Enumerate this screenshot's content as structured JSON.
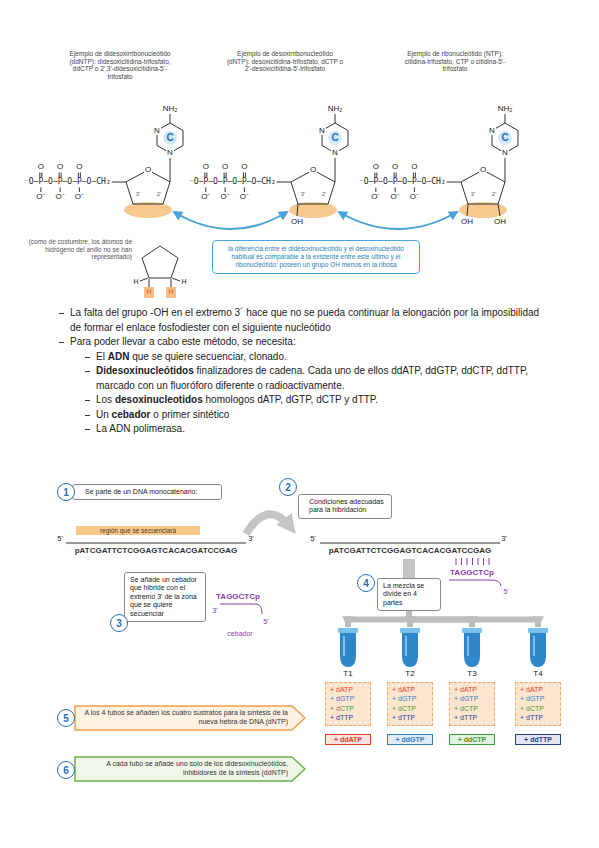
{
  "diagram": {
    "nodes": [
      {
        "text": [
          "la diferencia entre el didesoxinucleótido y el desoxinucleótido habitual es comparable a la existente entre este último y el ribonucleótido: poseen un grupo OH menos en la ribosa"
        ]
      },
      {
        "text": [
          "1"
        ]
      },
      {
        "text": [
          "Se parte de un DNA monocatenario:"
        ]
      },
      {
        "text": [
          "región que se secuenciará"
        ]
      },
      {
        "text": [
          "2"
        ]
      },
      {
        "text": [
          "Condiciones adecuadas para la hibridación"
        ]
      },
      {
        "text": [
          "Se añade un cebador que hibride con el extremo 3' de la zona que se quiere secuenciar"
        ]
      },
      {
        "text": [
          "3"
        ]
      },
      {
        "text": [
          "4"
        ]
      },
      {
        "text": [
          "La mezcla se divide en 4 partes"
        ]
      },
      {
        "text": [
          "T1"
        ]
      },
      {
        "text": [
          "T2"
        ]
      },
      {
        "text": [
          "T3"
        ]
      },
      {
        "text": [
          "T4"
        ]
      },
      {
        "text": [
          "+ dATP",
          "+ dGTP",
          "+ dCTP",
          "+ dTTP"
        ]
      },
      {
        "text": [
          "+ dATP",
          "+ dGTP",
          "+ dCTP",
          "+ dTTP"
        ]
      },
      {
        "text": [
          "+ dATP",
          "+ dGTP",
          "+ dCTP",
          "+ dTTP"
        ]
      },
      {
        "text": [
          "+ dATP",
          "+ dGTP",
          "+ dCTP",
          "+ dTTP"
        ]
      },
      {
        "text": [
          "+ ddATP"
        ]
      },
      {
        "text": [
          "+ ddGTP"
        ]
      },
      {
        "text": [
          "+ ddCTP"
        ]
      },
      {
        "text": [
          "+ ddTTP"
        ]
      },
      {
        "text": [
          "5"
        ]
      },
      {
        "text": [
          "A los 4 tubos se añaden los cuatro sustratos para la síntesis de la nueva hebra de DNA (dNTP)"
        ]
      },
      {
        "text": [
          "6"
        ]
      },
      {
        "text": [
          "A cada tubo se añade uno solo de los didesoxinucleótidos, inhibidores de la síntesis (ddNTP)"
        ]
      }
    ],
    "edges": [
      {
        "from": 9,
        "to": 10,
        "arrow": "to"
      },
      {
        "from": 9,
        "to": 11,
        "arrow": "to"
      },
      {
        "from": 9,
        "to": 12,
        "arrow": "to"
      },
      {
        "from": 9,
        "to": 13,
        "arrow": "to"
      }
    ],
    "labels": [
      "Ejemplo de didesoxirribonucleótido (ddNTP): didesoxicitidina-trifosfato, ddCTP o 2',3'-didesoxicitidina-5'-trifosfato",
      "Ejemplo de desoxirribonucleótido (dNTP): desoxicitidina-trifosfato, dCTP o 2'-desoxicitidina-5'-trifosfato",
      "Ejemplo de ribonucleótido (NTP): citidina-trifosfato, CTP o citidina-5'-trifosfato",
      "NH₂",
      "N",
      "N",
      "C",
      "⁻O–P–O–P–O–P–O–CH₂",
      "O",
      "O",
      "O",
      "O⁻",
      "O⁻",
      "O⁻",
      "O",
      "3'",
      "2'",
      "NH₂",
      "N",
      "N",
      "C",
      "⁻O–P–O–P–O–P–O–CH₂",
      "O",
      "O",
      "O",
      "O⁻",
      "O⁻",
      "O⁻",
      "O",
      "3'",
      "2'",
      "OH",
      "NH₂",
      "N",
      "N",
      "C",
      "⁻O–P–O–P–O–P–O–CH₂",
      "O",
      "O",
      "O",
      "O⁻",
      "O⁻",
      "O⁻",
      "O",
      "3'",
      "2'",
      "OH",
      "OH",
      "(como de costumbre, los átomos de hidrógeno del anillo no se han representado)",
      "H",
      "H",
      "H",
      "H",
      "La falta del grupo -OH en el extremo 3´ hace que no se pueda continuar la elongación por la imposibilidad de formar el enlace fosfodiester con el siguiente nucleótido",
      "Para poder llevar a cabo este método, se necesita:",
      "El",
      "ADN",
      "que se quiere secuenciar, clonado.",
      "Didesoxinucleótidos",
      "finalizadores de cadena. Cada uno de ellos ddATP, ddGTP, ddCTP, ddTTP, marcado con un fluoróforo diferente o radioactivamente.",
      "Los",
      "desoxinucleotidos",
      "homologos dATP, dGTP, dCTP y dTTP.",
      "Un",
      "cebador",
      "o primer sintético",
      "La ADN polimerasa.",
      "5'",
      "pATCGATTCTCGGAGTCACACGATCCGAG",
      "3'",
      "TAGGCTCp",
      "3'",
      "5'",
      "cebador",
      "5'",
      "pATCGATTCTCGGAGTCACACGATCCGAG",
      "3'",
      "TAGGCTCp",
      "5'"
    ]
  }
}
